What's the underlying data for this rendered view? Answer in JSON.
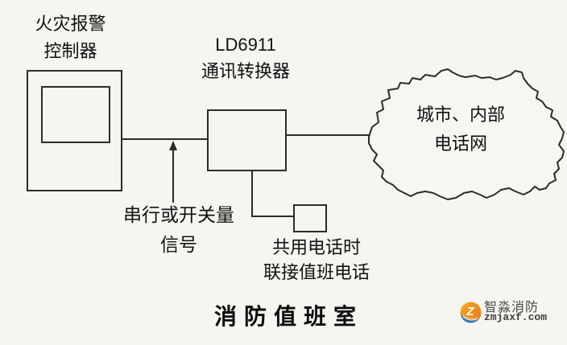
{
  "diagram": {
    "controller": {
      "line1": "火灾报警",
      "line2": "控制器"
    },
    "converter": {
      "line1": "LD6911",
      "line2": "通讯转换器"
    },
    "cloud": {
      "line1": "城市、内部",
      "line2": "电话网"
    },
    "signal": {
      "line1": "串行或开关量",
      "line2": "信号"
    },
    "phone": {
      "line1": "共用电话时",
      "line2": "联接值班电话"
    },
    "title": "消防值班室"
  },
  "watermark": {
    "brand": "智淼消防",
    "domain": "zmjaxf.com"
  },
  "colors": {
    "background": "#f7f5f1",
    "line": "#2b2b2b",
    "text": "#111111",
    "logo_orange": "#ef8317",
    "logo_orange_light": "#f9a826",
    "logo_blue": "#2d7fc1"
  }
}
